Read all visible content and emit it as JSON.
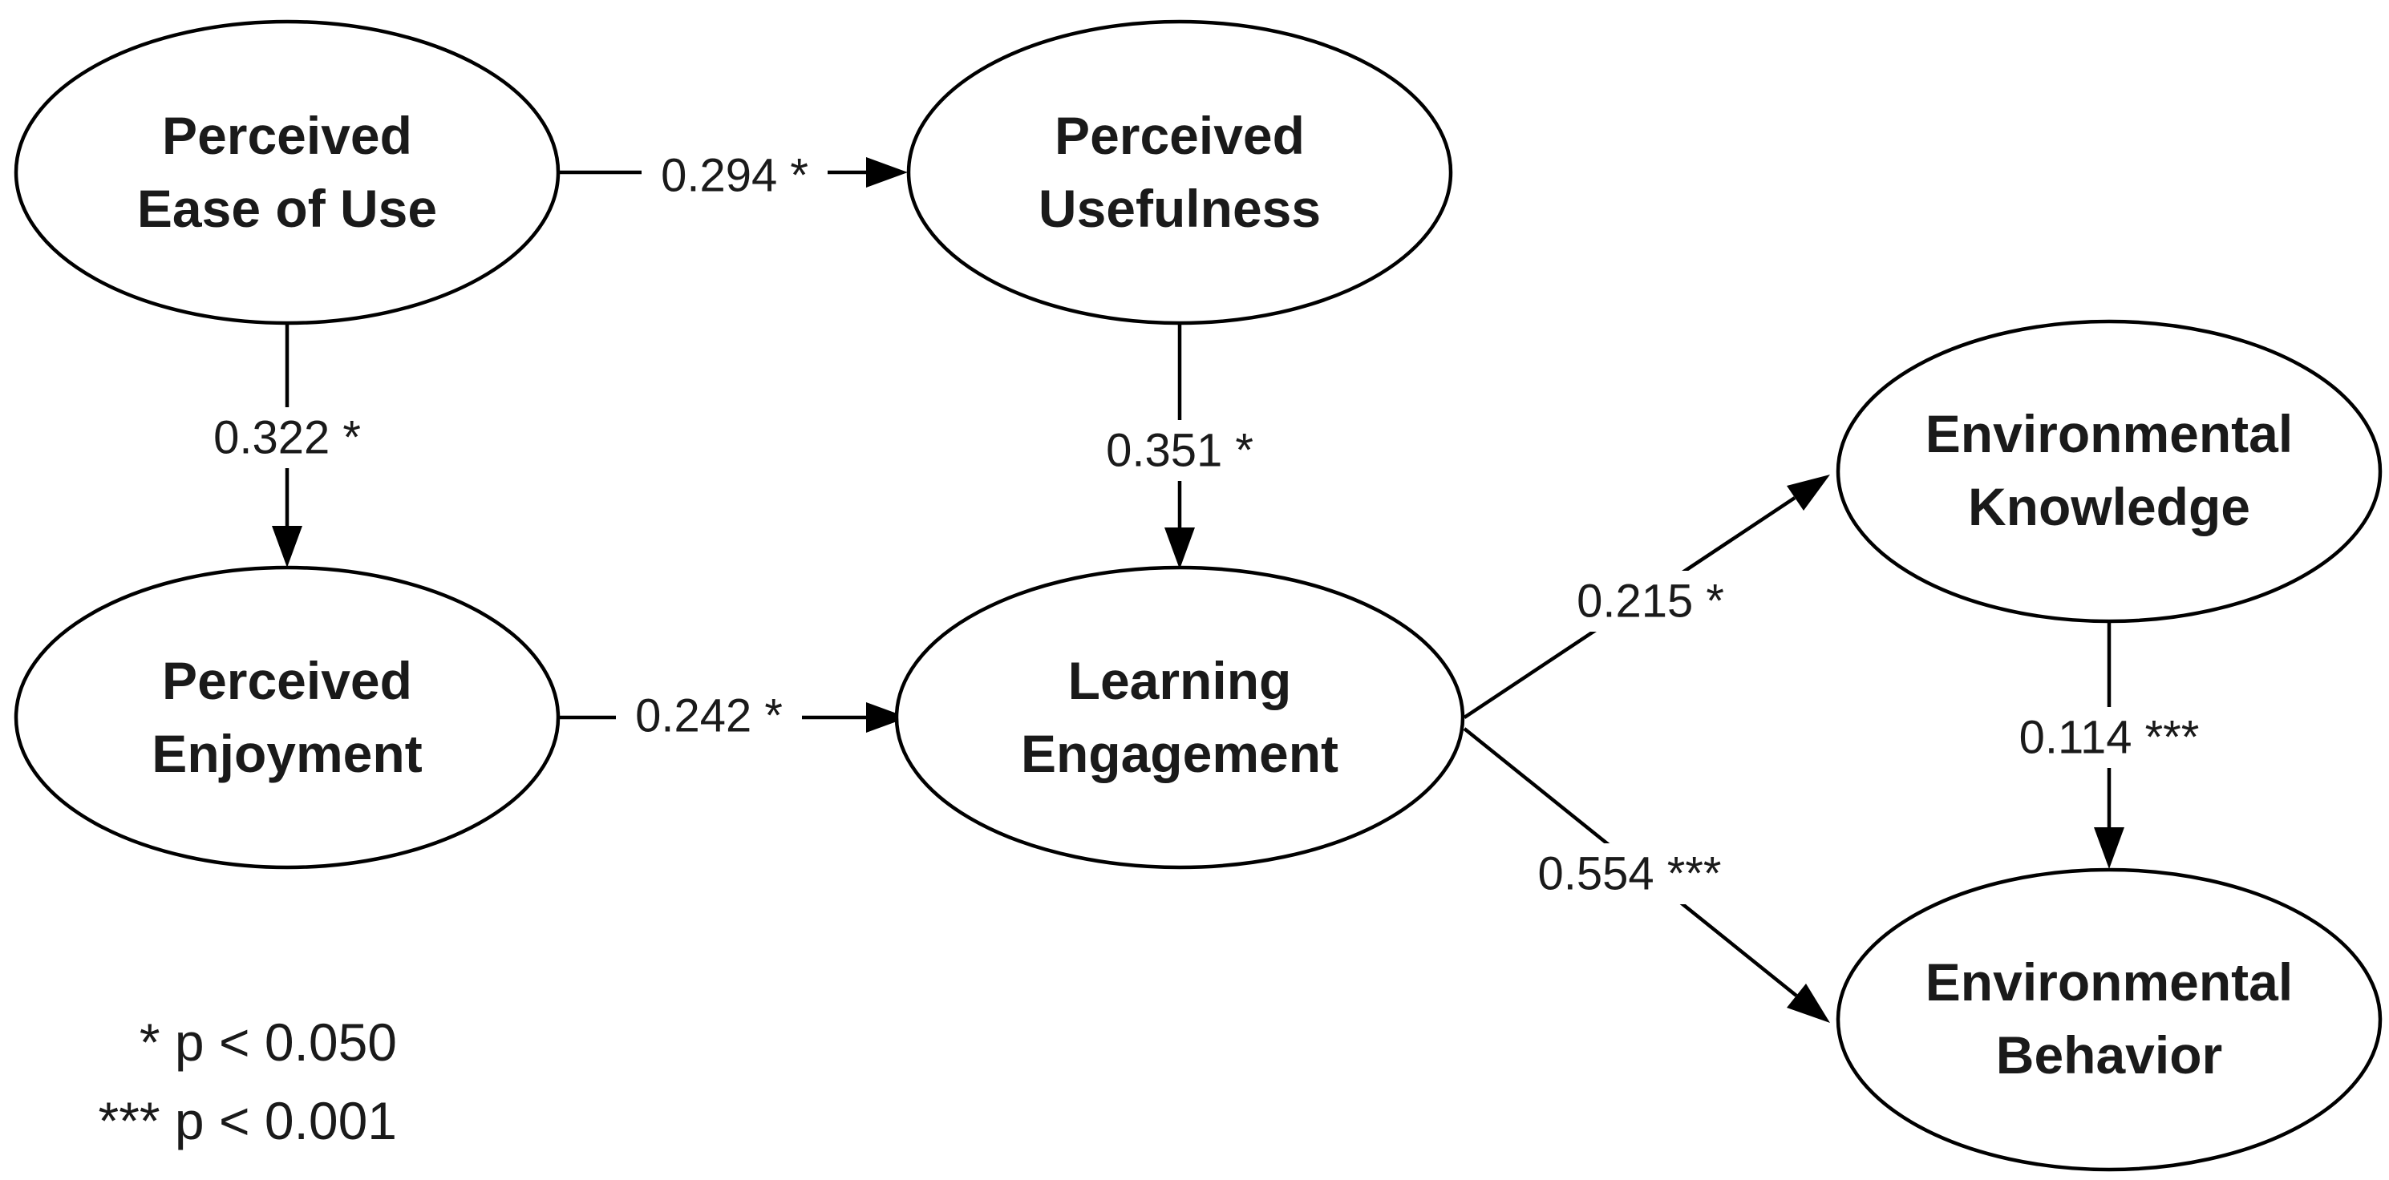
{
  "nodes": {
    "peou": {
      "line1": "Perceived",
      "line2": "Ease of Use"
    },
    "pu": {
      "line1": "Perceived",
      "line2": "Usefulness"
    },
    "pe": {
      "line1": "Perceived",
      "line2": "Enjoyment"
    },
    "le": {
      "line1": "Learning",
      "line2": "Engagement"
    },
    "ek": {
      "line1": "Environmental",
      "line2": "Knowledge"
    },
    "eb": {
      "line1": "Environmental",
      "line2": "Behavior"
    }
  },
  "paths": {
    "peou_pu": "0.294 *",
    "peou_pe": "0.322 *",
    "pu_le": "0.351 *",
    "pe_le": "0.242 *",
    "le_ek": "0.215 *",
    "le_eb": "0.554 ***",
    "ek_eb": "0.114 ***"
  },
  "legend": {
    "line1": "* p < 0.050",
    "line2": "*** p < 0.001"
  },
  "colors": {
    "stroke": "#000000",
    "text": "#1a1a1a",
    "background": "#ffffff"
  }
}
